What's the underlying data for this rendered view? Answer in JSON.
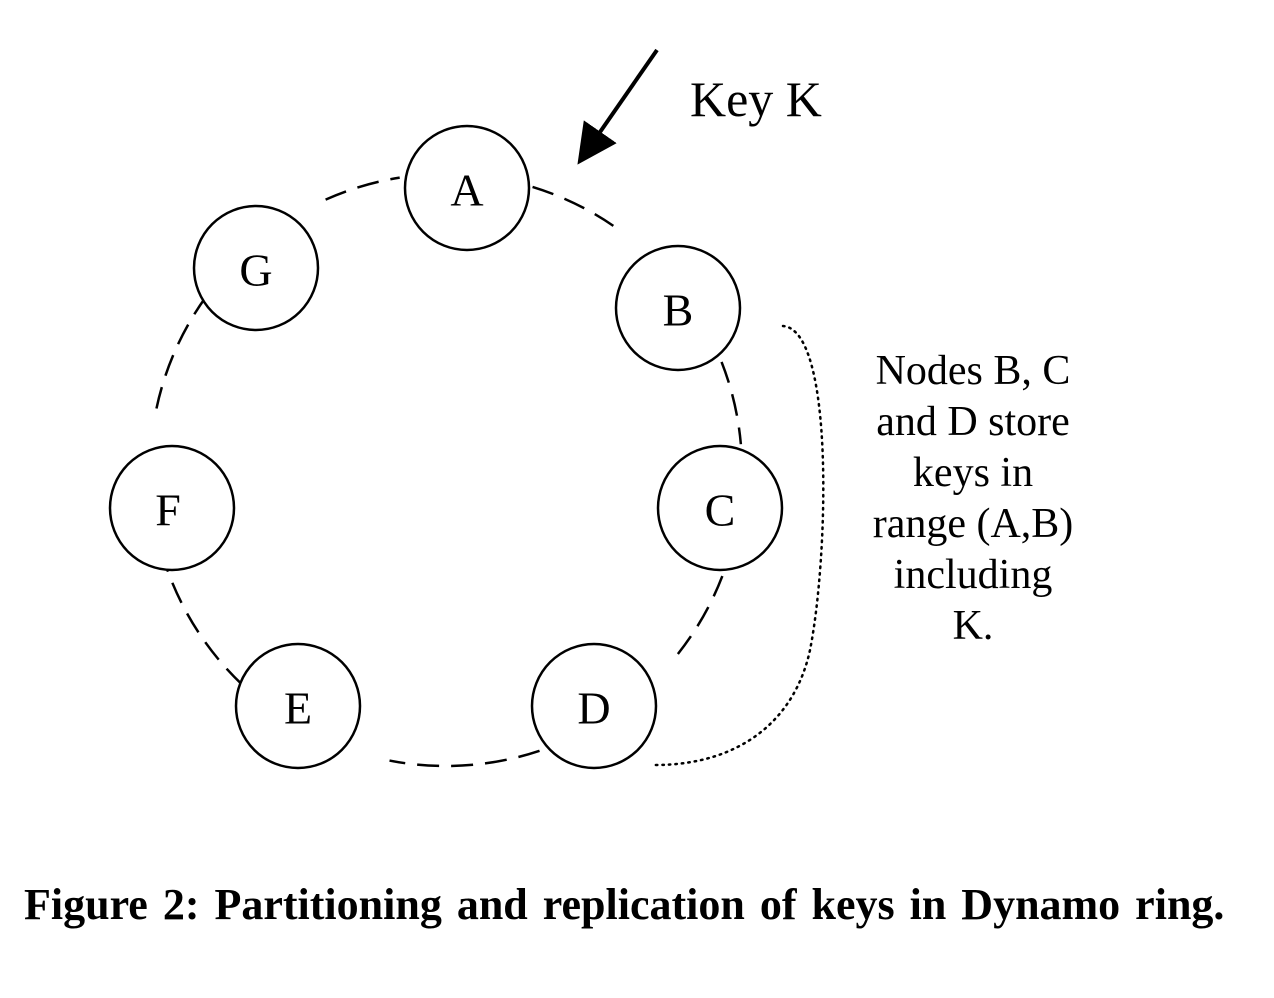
{
  "diagram": {
    "nodes": [
      {
        "id": "A",
        "label": "A"
      },
      {
        "id": "B",
        "label": "B"
      },
      {
        "id": "C",
        "label": "C"
      },
      {
        "id": "D",
        "label": "D"
      },
      {
        "id": "E",
        "label": "E"
      },
      {
        "id": "F",
        "label": "F"
      },
      {
        "id": "G",
        "label": "G"
      }
    ],
    "ring_order": [
      "A",
      "B",
      "C",
      "D",
      "E",
      "F",
      "G"
    ],
    "ring_style": "dashed",
    "key_arrow": {
      "label": "Key K",
      "target_between": [
        "A",
        "B"
      ]
    },
    "bracket": {
      "style": "dotted",
      "spans": [
        "B",
        "D"
      ]
    },
    "note": {
      "lines": [
        "Nodes B, C",
        "and D store",
        "keys in",
        "range (A,B)",
        "including",
        "K."
      ]
    }
  },
  "caption": {
    "text": "Figure 2: Partitioning and replication of keys in Dynamo ring."
  }
}
